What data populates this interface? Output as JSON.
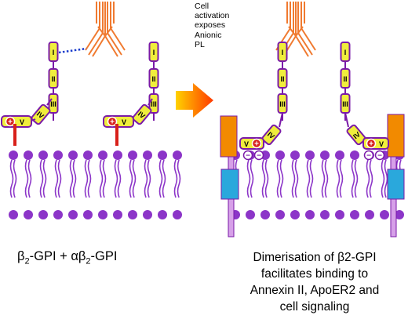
{
  "annotation": {
    "lines": [
      "Cell",
      "activation",
      "exposes",
      "Anionic",
      "PL"
    ]
  },
  "domain_labels": {
    "d1": "I",
    "d2": "II",
    "d3": "III",
    "d4": "IV",
    "d5": "V",
    "plus": "+",
    "minus": "−"
  },
  "captions": {
    "left": {
      "prefix": "β",
      "sub1": "2",
      "mid": "-GPI + αβ",
      "sub2": "2",
      "suffix": "-GPI"
    },
    "right": {
      "line1": "Dimerisation of β2-GPI",
      "line2": "facilitates binding to",
      "line3": "Annexin II, ApoER2 and",
      "line4": "cell signaling"
    }
  },
  "colors": {
    "domain_fill": "#f0ee3c",
    "domain_stroke": "#7a1aa8",
    "antibody": "#f07a30",
    "membrane": "#8c35c8",
    "anchor": "#d8201a",
    "charge_plus": "#d8201a",
    "receptor_orange": "#f28a00",
    "receptor_blue": "#2aa8dc",
    "receptor_stalk": "#d6a0e8",
    "arrow_start": "#ffd200",
    "arrow_end": "#ff3a00",
    "link_dots": "#1a3ccc"
  },
  "icons": {
    "antibody": "antibody-y-shape",
    "arrow": "right-gradient-arrow",
    "lipid": "phospholipid-bilayer"
  }
}
